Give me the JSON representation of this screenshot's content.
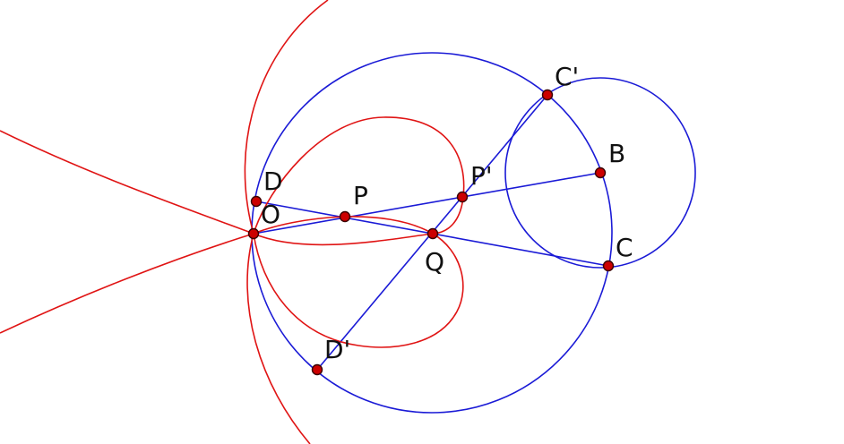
{
  "labels": {
    "O": "O",
    "P": "P",
    "D": "D",
    "P_prime": "P'",
    "Q": "Q",
    "C": "C",
    "C_prime": "C'",
    "B": "B",
    "D_prime": "D'"
  },
  "colors": {
    "circles": "#1a1ad6",
    "curves": "#e01414",
    "points": "#cc0000",
    "text": "#111111"
  }
}
